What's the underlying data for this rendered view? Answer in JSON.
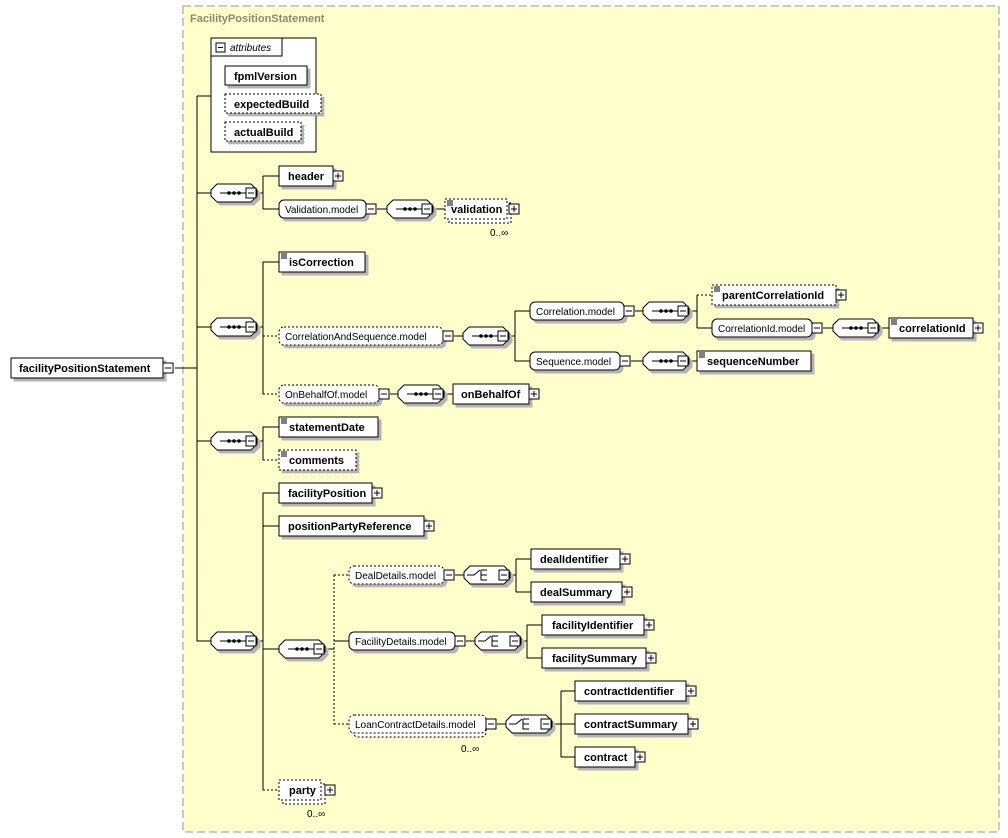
{
  "diagram": {
    "root": "facilityPositionStatement",
    "type_box_title": "FacilityPositionStatement",
    "attributes_label": "attributes",
    "attributes": [
      "fpmlVersion",
      "expectedBuild",
      "actualBuild"
    ],
    "elements": {
      "header": "header",
      "validation_model": "Validation.model",
      "validation": "validation",
      "validation_occurs": "0..∞",
      "isCorrection": "isCorrection",
      "correlation_and_sequence_model": "CorrelationAndSequence.model",
      "correlation_model": "Correlation.model",
      "parentCorrelationId": "parentCorrelationId",
      "correlationId_model": "CorrelationId.model",
      "correlationId": "correlationId",
      "sequence_model": "Sequence.model",
      "sequenceNumber": "sequenceNumber",
      "onBehalfOf_model": "OnBehalfOf.model",
      "onBehalfOf": "onBehalfOf",
      "statementDate": "statementDate",
      "comments": "comments",
      "facilityPosition": "facilityPosition",
      "positionPartyReference": "positionPartyReference",
      "dealDetails_model": "DealDetails.model",
      "dealIdentifier": "dealIdentifier",
      "dealSummary": "dealSummary",
      "facilityDetails_model": "FacilityDetails.model",
      "facilityIdentifier": "facilityIdentifier",
      "facilitySummary": "facilitySummary",
      "loanContractDetails_model": "LoanContractDetails.model",
      "loanContractDetails_occurs": "0..∞",
      "contractIdentifier": "contractIdentifier",
      "contractSummary": "contractSummary",
      "contract": "contract",
      "party": "party",
      "party_occurs": "0..∞"
    },
    "colors": {
      "type_box_fill": "#ffffcc",
      "type_box_border": "#999999",
      "line": "#000000"
    }
  }
}
